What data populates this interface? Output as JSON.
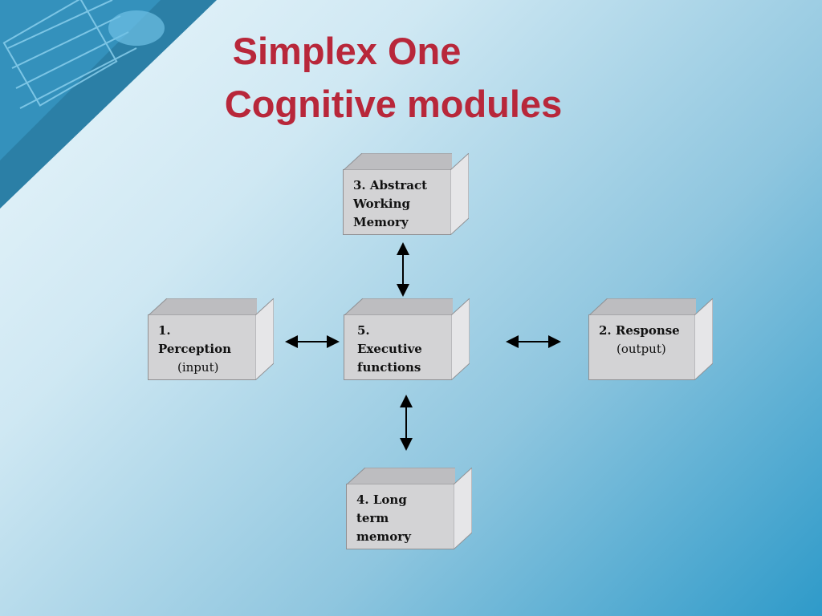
{
  "title": {
    "line1": "Simplex One",
    "line2": "Cognitive modules"
  },
  "modules": {
    "abstract": {
      "lines": [
        "3. Abstract",
        "Working",
        "Memory"
      ]
    },
    "perception": {
      "lines": [
        "1.",
        "Perception"
      ],
      "sub": "(input)"
    },
    "executive": {
      "lines": [
        "5.",
        "Executive",
        "functions"
      ]
    },
    "response": {
      "lines": [
        "2. Response"
      ],
      "sub": "(output)"
    },
    "longterm": {
      "lines": [
        "4. Long",
        "term",
        "memory"
      ]
    }
  },
  "colors": {
    "title": "#b8273a",
    "box_face": "#d3d3d5",
    "box_top": "#bdbdc0",
    "box_side": "#e6e6e8"
  }
}
